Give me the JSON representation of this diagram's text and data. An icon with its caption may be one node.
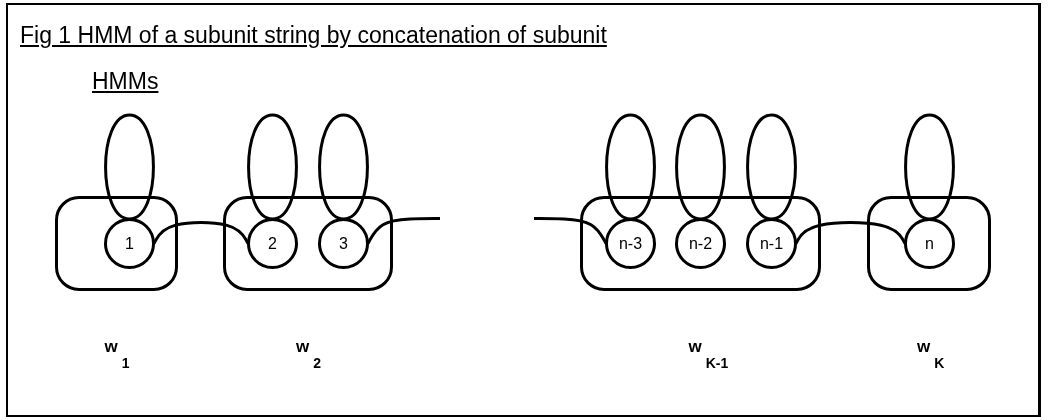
{
  "diagram": {
    "title": "Fig 1 HMM of a subunit string by concatenation of subunit HMMs",
    "nodes": [
      {
        "text": [],
        "shape": "box",
        "beside": [
          "w$_{1}$"
        ]
      },
      {
        "text": [
          "1"
        ],
        "in": 0
      },
      {
        "text": [],
        "shape": "box",
        "beside": [
          "w$_{2}$"
        ]
      },
      {
        "text": [
          "2"
        ],
        "in": 2
      },
      {
        "text": [
          "3"
        ],
        "in": 2
      },
      {
        "text": [],
        "shape": "box",
        "beside": [
          "w$_{K-1}$"
        ]
      },
      {
        "text": [
          "n-3"
        ],
        "in": 5
      },
      {
        "text": [
          "n-2"
        ],
        "in": 5
      },
      {
        "text": [
          "n-1"
        ],
        "in": 5
      },
      {
        "text": [],
        "shape": "box",
        "beside": [
          "w$_{K}$"
        ]
      },
      {
        "text": [
          "n"
        ],
        "in": 9
      }
    ],
    "edges": [
      {
        "from": 1,
        "to": 1,
        "arrow": "none"
      },
      {
        "from": 3,
        "to": 3,
        "arrow": "none"
      },
      {
        "from": 4,
        "to": 4,
        "arrow": "none"
      },
      {
        "from": 6,
        "to": 6,
        "arrow": "none"
      },
      {
        "from": 7,
        "to": 7,
        "arrow": "none"
      },
      {
        "from": 8,
        "to": 8,
        "arrow": "none"
      },
      {
        "from": 10,
        "to": 10,
        "arrow": "none"
      },
      {
        "from": 1,
        "to": 3,
        "arrow": "none"
      },
      {
        "from": 4,
        "to": null,
        "arrow": "none"
      },
      {
        "from": null,
        "to": 6,
        "arrow": "none"
      },
      {
        "from": 8,
        "to": 10,
        "arrow": "none"
      }
    ]
  }
}
